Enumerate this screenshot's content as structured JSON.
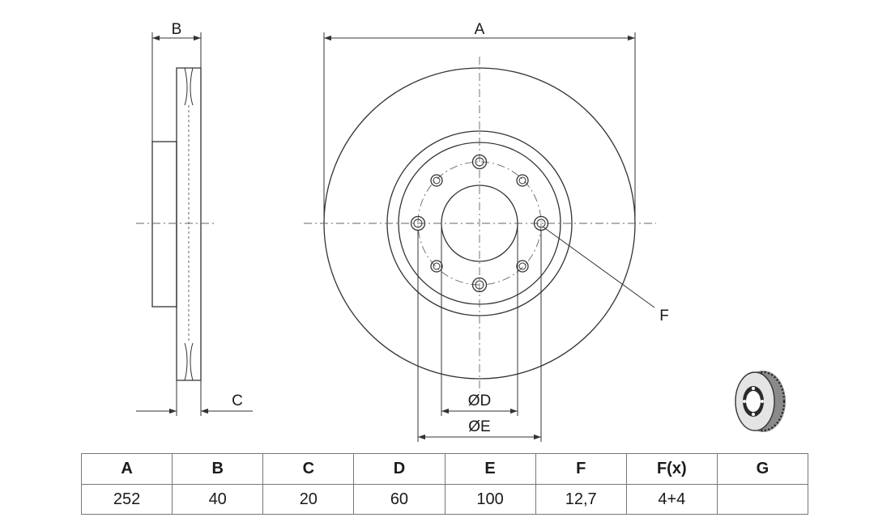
{
  "diagram": {
    "side_view_labels": {
      "width": "B",
      "offset": "C"
    },
    "front_view_labels": {
      "diameter": "A",
      "hole": "F",
      "bore": "ØD",
      "bolt_circle": "ØE"
    }
  },
  "spec_table": {
    "headers": [
      "A",
      "B",
      "C",
      "D",
      "E",
      "F",
      "F(x)",
      "G"
    ],
    "values": [
      "252",
      "40",
      "20",
      "60",
      "100",
      "12,7",
      "4+4",
      ""
    ]
  },
  "thumbnail": {
    "icon": "brake-disc-thumbnail-icon"
  }
}
